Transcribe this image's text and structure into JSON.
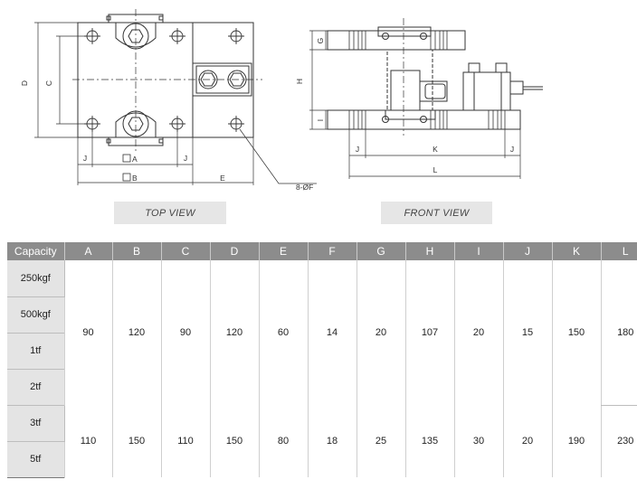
{
  "drawing": {
    "top_view": {
      "dim_labels": {
        "A": "A",
        "B": "B",
        "C": "C",
        "D": "D",
        "E": "E",
        "J": "J"
      },
      "hole_note": "8-ØF"
    },
    "front_view": {
      "dim_labels": {
        "G": "G",
        "H": "H",
        "I": "I",
        "J": "J",
        "K": "K",
        "L": "L"
      }
    },
    "labels": {
      "top_view": "TOP VIEW",
      "front_view": "FRONT VIEW"
    }
  },
  "table": {
    "headers": [
      "Capacity",
      "A",
      "B",
      "C",
      "D",
      "E",
      "F",
      "G",
      "H",
      "I",
      "J",
      "K",
      "L"
    ],
    "group1": {
      "capacities": [
        "250kgf",
        "500kgf",
        "1tf",
        "2tf"
      ],
      "values": [
        "90",
        "120",
        "90",
        "120",
        "60",
        "14",
        "20",
        "107",
        "20",
        "15",
        "150",
        "180"
      ]
    },
    "group2": {
      "capacities": [
        "3tf",
        "5tf"
      ],
      "values": [
        "110",
        "150",
        "110",
        "150",
        "80",
        "18",
        "25",
        "135",
        "30",
        "20",
        "190",
        "230"
      ]
    }
  }
}
